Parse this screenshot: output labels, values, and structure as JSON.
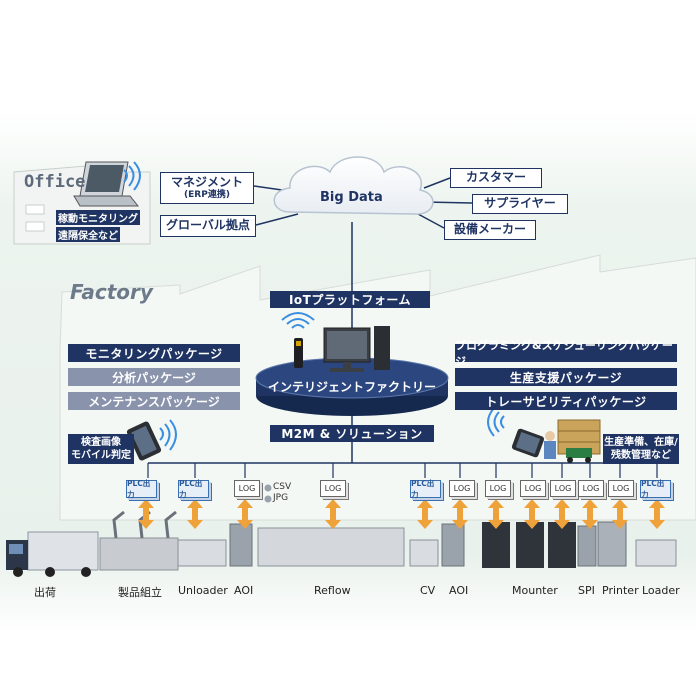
{
  "office": {
    "title": "Office",
    "tags": [
      "稼動モニタリング",
      "遠隔保全など"
    ]
  },
  "cloud": {
    "label": "Big Data",
    "left_items": [
      {
        "main": "マネジメント",
        "sub": "(ERP連携)"
      },
      {
        "main": "グローバル拠点",
        "sub": ""
      }
    ],
    "right_items": [
      "カスタマー",
      "サプライヤー",
      "設備メーカー"
    ]
  },
  "factory": {
    "title": "Factory",
    "iot_platform": "IoTプラットフォーム",
    "hub": "インテリジェントファクトリー",
    "m2m": "M2M & ソリューション",
    "left_packages": [
      "モニタリングパッケージ",
      "分析パッケージ",
      "メンテナンスパッケージ"
    ],
    "right_packages": [
      "プログラミング&スケジューリングパッケージ",
      "生産支援パッケージ",
      "トレーサビリティパッケージ"
    ],
    "mobile_left": [
      "検査画像",
      "モバイル判定"
    ],
    "mobile_right": [
      "生産準備、在庫/",
      "残数管理など"
    ]
  },
  "line": {
    "plc_label": "PLC出力",
    "log_label": "LOG",
    "log_formats": [
      "CSV",
      "JPG"
    ],
    "machines": [
      "出荷",
      "製品組立",
      "Unloader",
      "AOI",
      "Reflow",
      "CV",
      "AOI",
      "Mounter",
      "SPI",
      "Printer",
      "Loader"
    ]
  },
  "colors": {
    "navy": "#1f3463",
    "grey_package": "#8a93ac",
    "arrow": "#f0a23a",
    "accent_blue": "#3a6fb0"
  }
}
